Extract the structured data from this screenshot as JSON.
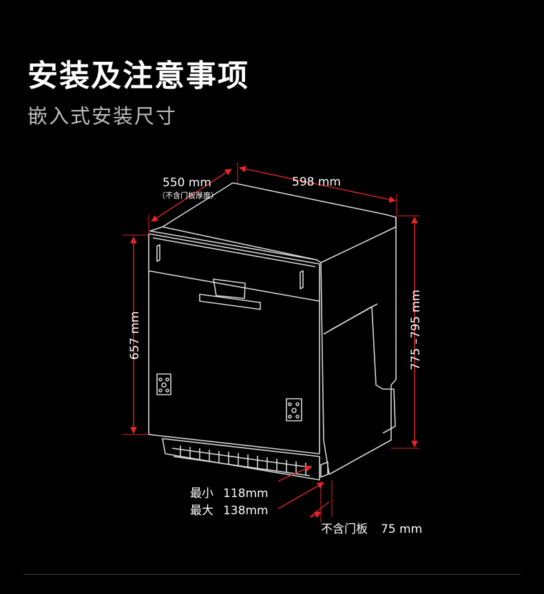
{
  "header": {
    "title": "安装及注意事项",
    "subtitle": "嵌入式安装尺寸"
  },
  "dimensions": {
    "depth": "550 mm",
    "depth_note": "（不含门板厚度）",
    "width": "598 mm",
    "door_height": "657 mm",
    "total_height": "775 –795 mm",
    "min_label": "最小",
    "min_value": "118mm",
    "max_label": "最大",
    "max_value": "138mm",
    "no_panel_label": "不含门板",
    "no_panel_value": "75 mm"
  },
  "colors": {
    "dimension_line": "#e8262a",
    "outline": "#d8d8d8",
    "background": "#000000"
  }
}
